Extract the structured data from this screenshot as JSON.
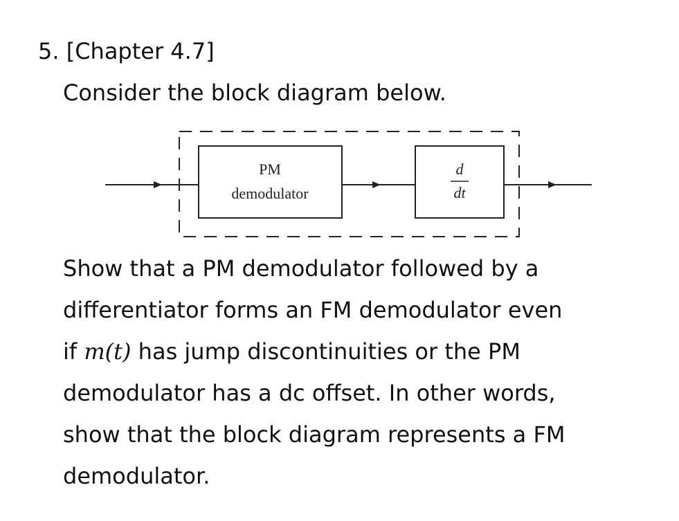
{
  "problem": {
    "heading": "5. [Chapter 4.7]",
    "intro": "Consider the block diagram below."
  },
  "diagram": {
    "pm_block_line1": "PM",
    "pm_block_line2": "demodulator",
    "diff_numerator": "d",
    "diff_denominator": "dt"
  },
  "body": {
    "line1": "Show that a PM demodulator followed by a",
    "line2": "differentiator forms an FM demodulator even",
    "line3_pre": "if ",
    "line3_math": "m(t)",
    "line3_post": " has jump discontinuities or the PM",
    "line4": "demodulator has a dc offset. In other words,",
    "line5": "show that the block diagram represents a FM",
    "line6": "demodulator."
  }
}
